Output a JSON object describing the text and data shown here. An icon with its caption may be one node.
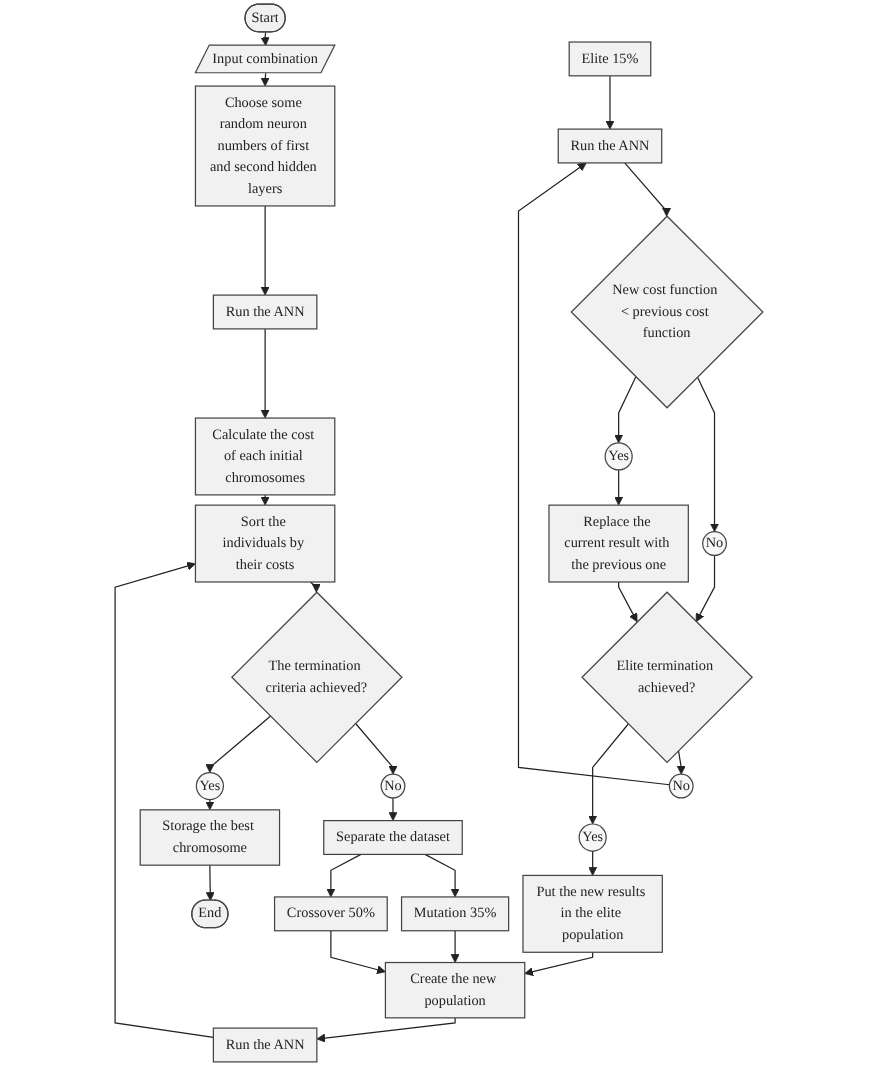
{
  "diagram": {
    "nodes": [
      {
        "text": [
          "Start"
        ]
      },
      {
        "text": [
          "Input combination"
        ]
      },
      {
        "text": [
          "Choose some random neuron numbers of first and second hidden layers"
        ]
      },
      {
        "text": [
          "Run the ANN"
        ]
      },
      {
        "text": [
          "Calculate the cost of each initial chromosomes"
        ]
      },
      {
        "text": [
          "Sort the individuals by their costs"
        ]
      },
      {
        "text": [
          "The termination criteria achieved?"
        ]
      },
      {
        "text": [
          "Yes"
        ]
      },
      {
        "text": [
          "Storage the best chromosome"
        ]
      },
      {
        "text": [
          "End"
        ]
      },
      {
        "text": [
          "No"
        ]
      },
      {
        "text": [
          "Run the ANN"
        ]
      },
      {
        "text": [
          "Elite 15%"
        ]
      },
      {
        "text": [
          "No"
        ]
      },
      {
        "text": [
          "New cost function < previous cost function"
        ]
      },
      {
        "text": [
          "No"
        ]
      },
      {
        "text": [
          "Elite termination achieved?"
        ]
      },
      {
        "text": [
          "Yes"
        ]
      },
      {
        "text": [
          "Replace the current result with the previous one"
        ]
      },
      {
        "text": [
          "Yes"
        ]
      },
      {
        "text": [
          "Put the new results in the elite population"
        ]
      },
      {
        "text": [
          "Run the ANN"
        ]
      },
      {
        "text": [
          "Create the new population"
        ]
      },
      {
        "text": [
          "Mutation 35%"
        ]
      },
      {
        "text": [
          "Crossover 50%"
        ]
      },
      {
        "text": [
          "Separate the dataset"
        ]
      }
    ],
    "edges": [
      {
        "from": 0,
        "to": 1,
        "arrow": "to"
      },
      {
        "from": 1,
        "to": 2,
        "arrow": "to"
      },
      {
        "from": 2,
        "to": 3,
        "arrow": "to"
      },
      {
        "from": 3,
        "to": 4,
        "arrow": "to"
      },
      {
        "from": 4,
        "to": 5,
        "arrow": "to"
      },
      {
        "from": 5,
        "to": 6,
        "arrow": "to"
      },
      {
        "from": 6,
        "to": 10,
        "arrow": "to"
      },
      {
        "from": 6,
        "to": 7,
        "arrow": "to"
      },
      {
        "from": 7,
        "to": 8,
        "arrow": "to"
      },
      {
        "from": 8,
        "to": 9,
        "arrow": "to"
      },
      {
        "from": 10,
        "to": 25,
        "arrow": "to"
      },
      {
        "from": 25,
        "to": 23,
        "arrow": "to"
      },
      {
        "from": 25,
        "to": 24,
        "arrow": "to"
      },
      {
        "from": 23,
        "to": 22,
        "arrow": "to"
      },
      {
        "from": 24,
        "to": 22,
        "arrow": "to"
      },
      {
        "from": 22,
        "to": 21,
        "arrow": "to"
      },
      {
        "from": 21,
        "to": 5,
        "arrow": "to"
      },
      {
        "from": 12,
        "to": 11,
        "arrow": "to"
      },
      {
        "from": 11,
        "to": 14,
        "arrow": "to"
      },
      {
        "from": 14,
        "to": 15,
        "arrow": "to"
      },
      {
        "from": 14,
        "to": 17,
        "arrow": "to"
      },
      {
        "from": 17,
        "to": 18,
        "arrow": "to"
      },
      {
        "from": 15,
        "to": 16,
        "arrow": "to"
      },
      {
        "from": 18,
        "to": 16,
        "arrow": "to"
      },
      {
        "from": 16,
        "to": 13,
        "arrow": "to"
      },
      {
        "from": 13,
        "to": 11,
        "arrow": "to"
      },
      {
        "from": 16,
        "to": 19,
        "arrow": "to"
      },
      {
        "from": 19,
        "to": 20,
        "arrow": "to"
      },
      {
        "from": 20,
        "to": 22,
        "arrow": "to"
      }
    ]
  }
}
